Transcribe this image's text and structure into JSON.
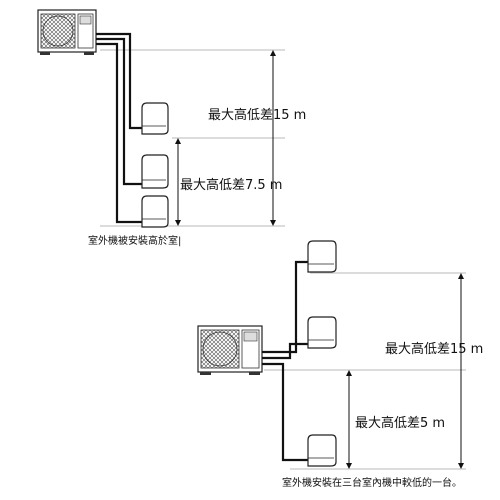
{
  "top": {
    "label_total": "最大高低差15 m",
    "label_partial": "最大高低差7.5 m",
    "caption": "室外機被安裝高於室|"
  },
  "bottom": {
    "label_total": "最大高低差15 m",
    "label_partial": "最大高低差5 m",
    "caption": "室外機安裝在三台室內機中較低的一台。"
  },
  "colors": {
    "line": "#111111",
    "reference": "#b8b8b8"
  }
}
